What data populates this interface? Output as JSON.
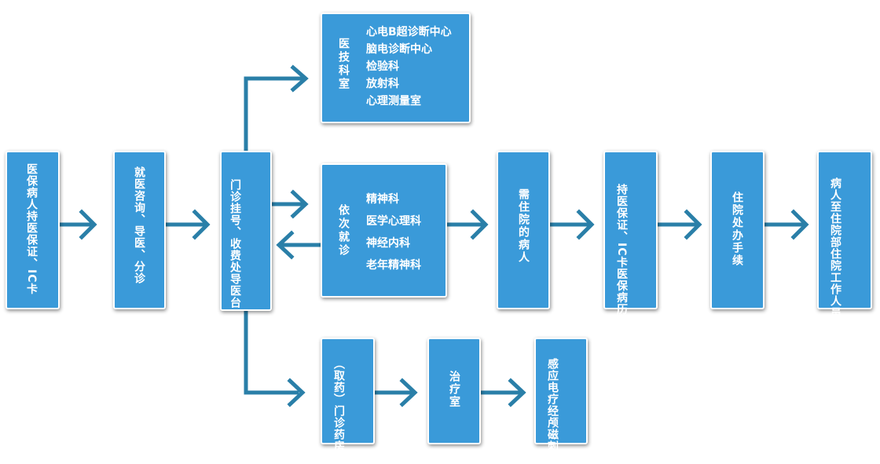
{
  "colors": {
    "box": "#3a9ad9",
    "arrow": "#2a7fa8",
    "text": "#ffffff"
  },
  "nodes": {
    "n1": {
      "text": "医保病人持医保证、IC卡"
    },
    "n2": {
      "text": "就医咨询、导医、分诊"
    },
    "n3": {
      "text": "门诊挂号、收费处导医台"
    },
    "tech": {
      "title": "医技科室",
      "items": [
        "心电B超诊断中心",
        "脑电诊断中心",
        "检验科",
        "放射科",
        "心理测量室"
      ]
    },
    "visit": {
      "title": "依次就诊",
      "items": [
        "精神科",
        "医学心理科",
        "神经内科",
        "老年精神科"
      ]
    },
    "n4": {
      "text": "需住院的病人"
    },
    "n5": {
      "text": "持医保证、IC卡医保病历"
    },
    "n6": {
      "text": "住院处办手续"
    },
    "n7": {
      "text": "病人至住院部住院工作人员及家属送"
    },
    "pharmacy": {
      "text": "（取药）门诊药房"
    },
    "treat": {
      "text": "治疗室"
    },
    "magnetic": {
      "text": "感应电疗经颅磁刺激"
    }
  }
}
